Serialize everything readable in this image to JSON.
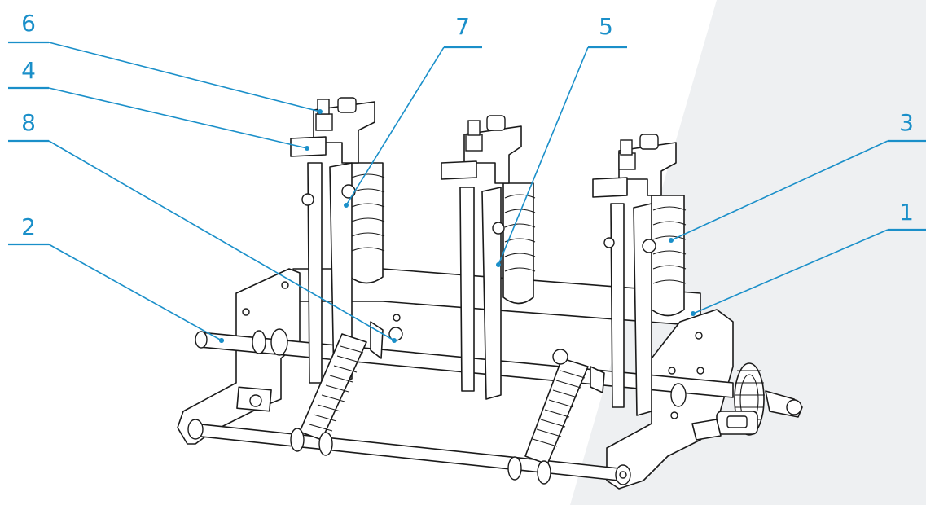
{
  "colors": {
    "accent": "#1a8fc9",
    "line": "#1a1a1a",
    "background_shade": "#eef0f2"
  },
  "callouts": [
    {
      "id": "6",
      "label": "6"
    },
    {
      "id": "4",
      "label": "4"
    },
    {
      "id": "8",
      "label": "8"
    },
    {
      "id": "2",
      "label": "2"
    },
    {
      "id": "7",
      "label": "7"
    },
    {
      "id": "5",
      "label": "5"
    },
    {
      "id": "3",
      "label": "3"
    },
    {
      "id": "1",
      "label": "1"
    }
  ]
}
